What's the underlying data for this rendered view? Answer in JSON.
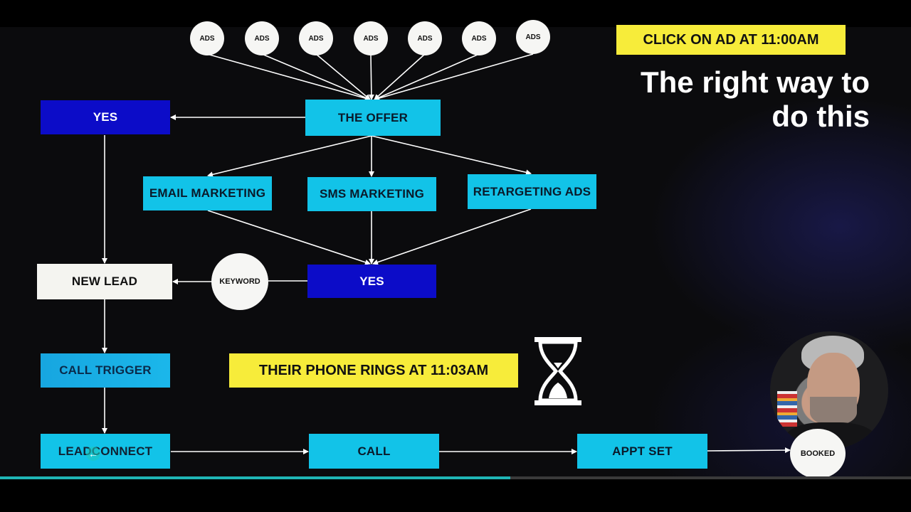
{
  "ads_label": "ADS",
  "ads_count": 7,
  "nodes": {
    "the_offer": "THE OFFER",
    "yes_left": "YES",
    "email_marketing": "EMAIL MARKETING",
    "sms_marketing": "SMS MARKETING",
    "retargeting_ads": "RETARGETING ADS",
    "yes_middle": "YES",
    "keyword": "KEYWORD",
    "new_lead": "NEW LEAD",
    "call_trigger": "CALL TRIGGER",
    "leadconnect": "LEADCONNECT",
    "call": "CALL",
    "appt_set": "APPT SET",
    "booked": "BOOKED"
  },
  "banners": {
    "click_on_ad": "CLICK ON AD AT 11:00AM",
    "phone_rings": "THEIR PHONE RINGS AT 11:03AM"
  },
  "headline": {
    "line1": "The right way to",
    "line2": "do this"
  },
  "icons": {
    "timer": "hourglass-icon",
    "cursor": "cursor-arrow-icon",
    "presenter": "presenter-webcam"
  },
  "colors": {
    "cyan": "#12c3e8",
    "blue": "#0c0cc8",
    "yellow": "#f7ec3a",
    "progress": "#1fb5b5"
  },
  "video_progress": 0.56
}
